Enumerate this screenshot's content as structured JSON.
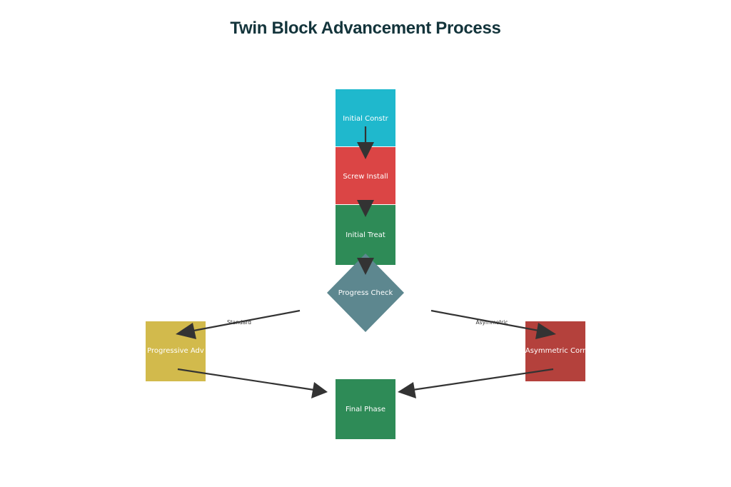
{
  "title": "Twin Block Advancement Process",
  "nodes": {
    "initial_constr": {
      "label": "Initial Constr",
      "color": "#1fb8cd"
    },
    "screw_install": {
      "label": "Screw Install",
      "color": "#db4545"
    },
    "initial_treat": {
      "label": "Initial Treat",
      "color": "#2e8b57"
    },
    "progress_check": {
      "label": "Progress Check",
      "color": "#5d878f"
    },
    "progressive_adv": {
      "label": "Progressive Adv",
      "color": "#d2ba4c"
    },
    "asymmetric_corr": {
      "label": "Asymmetric Corr",
      "color": "#b4413c"
    },
    "final_phase": {
      "label": "Final Phase",
      "color": "#2e8b57"
    }
  },
  "edges": {
    "standard": {
      "label": "Standard"
    },
    "asymmetric": {
      "label": "Asymmetric"
    }
  },
  "colors": {
    "arrow": "#333333",
    "title": "#13343b"
  }
}
